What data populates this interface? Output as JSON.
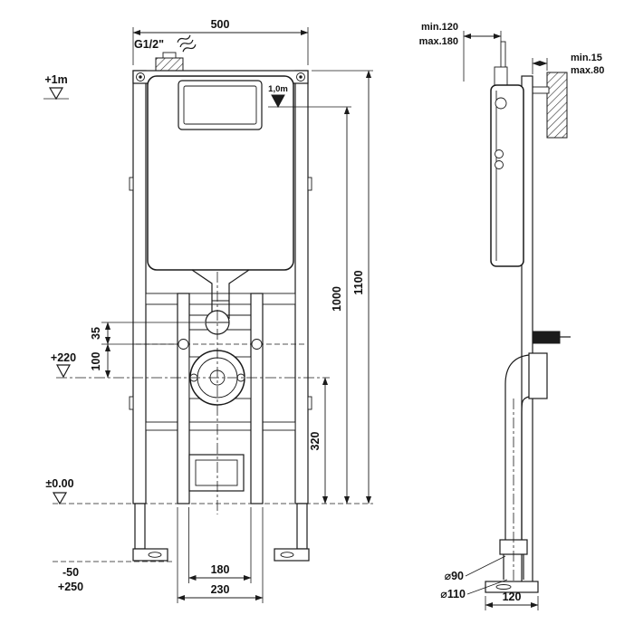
{
  "front_view": {
    "dim_width_top": "500",
    "supply_thread": "G1/2\"",
    "level_plus_1m": "+1m",
    "level_1_0m": "1,0m",
    "dim_35": "35",
    "dim_100": "100",
    "level_plus_220": "+220",
    "dim_320": "320",
    "dim_1000": "1000",
    "dim_1100": "1100",
    "level_zero": "±0.00",
    "adjust_minus_50": "-50",
    "adjust_plus_250": "+250",
    "dim_180": "180",
    "dim_230": "230"
  },
  "side_view": {
    "depth_min": "min.120",
    "depth_max": "max.180",
    "wall_min": "min.15",
    "wall_max": "max.80",
    "outlet_dia_90": "⌀90",
    "outlet_dia_110": "⌀110",
    "dim_foot_depth": "120"
  }
}
